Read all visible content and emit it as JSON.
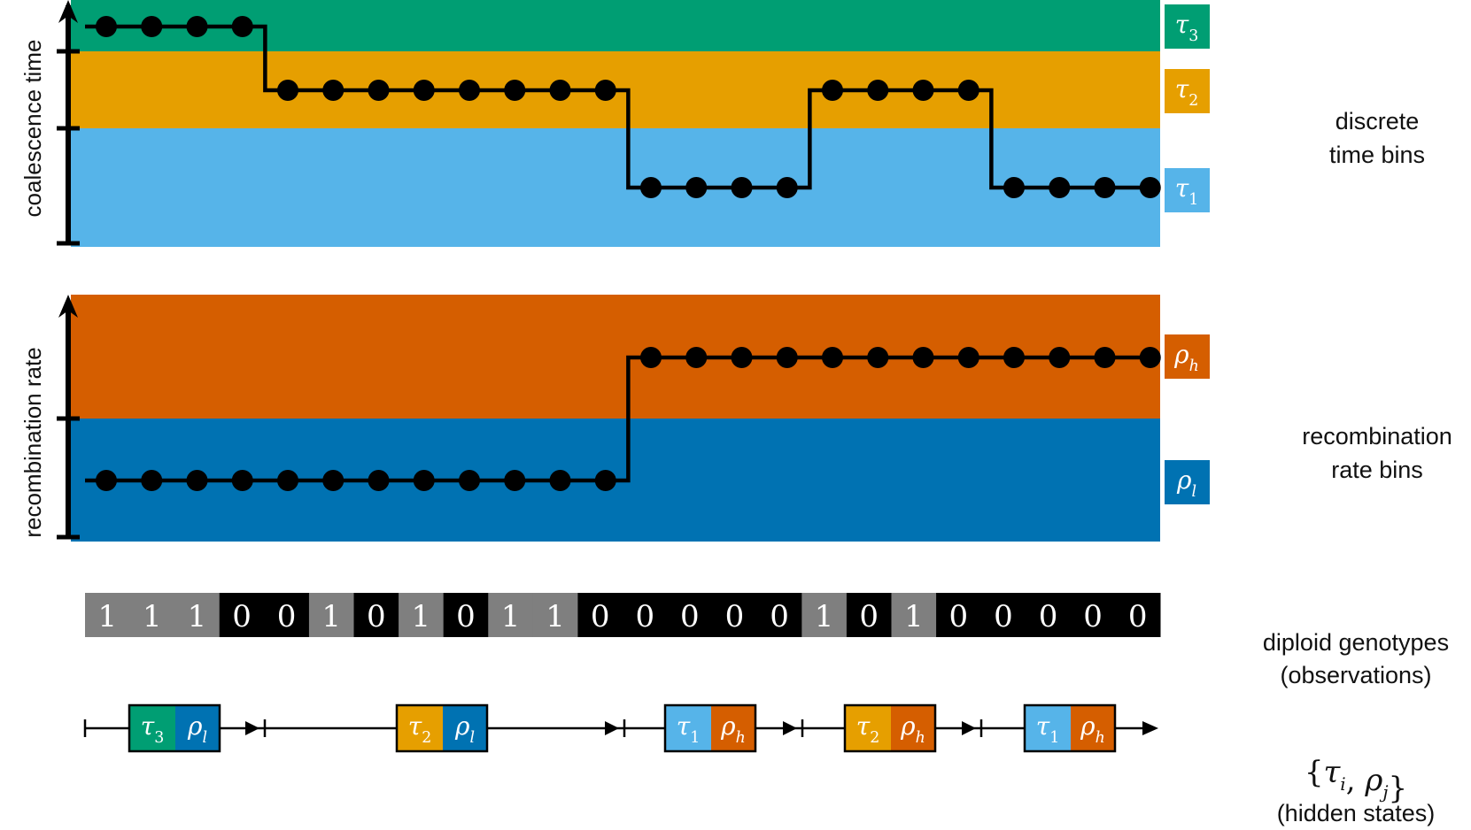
{
  "colors": {
    "tau3": "#009E73",
    "tau2": "#E69F00",
    "tau1": "#56B4E9",
    "rho_h": "#D55E00",
    "rho_l": "#0072B2",
    "geno_one": "#7f7f7f",
    "geno_zero": "#000000",
    "line": "#000000"
  },
  "coalescence_panel": {
    "y_axis_label": "coalescence time",
    "bins": [
      {
        "symbol": "τ",
        "subscript": "3",
        "color_key": "tau3"
      },
      {
        "symbol": "τ",
        "subscript": "2",
        "color_key": "tau2"
      },
      {
        "symbol": "τ",
        "subscript": "1",
        "color_key": "tau1"
      }
    ],
    "side_label_line1": "discrete",
    "side_label_line2": "time bins",
    "state_sequence": [
      3,
      3,
      3,
      3,
      2,
      2,
      2,
      2,
      2,
      2,
      2,
      2,
      1,
      1,
      1,
      1,
      2,
      2,
      2,
      2,
      1,
      1,
      1,
      1
    ]
  },
  "recombination_panel": {
    "y_axis_label": "recombination rate",
    "bins": [
      {
        "symbol": "ρ",
        "subscript": "h",
        "color_key": "rho_h"
      },
      {
        "symbol": "ρ",
        "subscript": "l",
        "color_key": "rho_l"
      }
    ],
    "side_label_line1": "recombination",
    "side_label_line2": "rate bins",
    "state_sequence": [
      "l",
      "l",
      "l",
      "l",
      "l",
      "l",
      "l",
      "l",
      "l",
      "l",
      "l",
      "l",
      "h",
      "h",
      "h",
      "h",
      "h",
      "h",
      "h",
      "h",
      "h",
      "h",
      "h",
      "h"
    ]
  },
  "genotypes": {
    "values": [
      "1",
      "1",
      "1",
      "0",
      "0",
      "1",
      "0",
      "1",
      "0",
      "1",
      "1",
      "0",
      "0",
      "0",
      "0",
      "0",
      "1",
      "0",
      "1",
      "0",
      "0",
      "0",
      "0",
      "0"
    ],
    "label_line1": "diploid genotypes",
    "label_line2": "(observations)"
  },
  "hidden_states": {
    "segments": [
      {
        "tau": "3",
        "rho": "l"
      },
      {
        "tau": "2",
        "rho": "l"
      },
      {
        "tau": "1",
        "rho": "h"
      },
      {
        "tau": "2",
        "rho": "h"
      },
      {
        "tau": "1",
        "rho": "h"
      }
    ],
    "formula": "{τi, ρj}",
    "label": "(hidden states)"
  }
}
